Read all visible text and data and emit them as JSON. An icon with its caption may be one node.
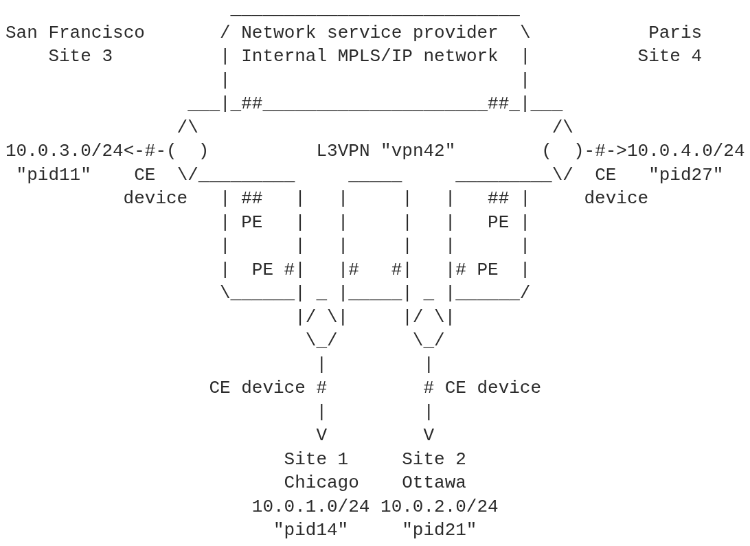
{
  "diagram": {
    "labels": [
      "___________________________",
      "San Francisco       / Network service provider  \\           Paris",
      "Site 3          | Internal MPLS/IP network  |          Site 4",
      "|                           |",
      "___|_##_____________________##_|___",
      "/\\                                 /\\",
      "10.0.3.0/24<-#-(  )          L3VPN \"vpn42\"        (  )-#->10.0.4.0/24",
      "\"pid11\"    CE  \\/_________     _____     _________\\/  CE   \"pid27\"",
      "device   | ##   |   |     |   |   ## |     device",
      "| PE   |   |     |   |   PE |",
      "|      |   |     |   |      |",
      "|  PE #|   |#   #|   |# PE  |",
      "\\______| _ |_____| _ |______/",
      "|/ \\|     |/ \\|",
      "\\_/       \\_/",
      "|         |",
      "CE device #         # CE device",
      "|         |",
      "V         V",
      "Site 1     Site 2",
      "Chicago    Ottawa",
      "10.0.1.0/24 10.0.2.0/24",
      "\"pid14\"     \"pid21\""
    ]
  }
}
